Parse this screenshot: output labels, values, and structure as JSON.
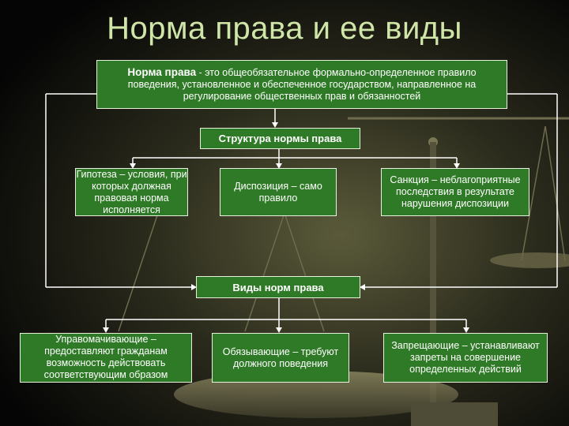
{
  "title": "Норма права и ее виды",
  "definition": {
    "term": "Норма права",
    "text": " - это общеобязательное формально-определенное правило поведения, установленное и обеспеченное государством, направленное на регулирование общественных прав и обязанностей"
  },
  "structure": {
    "header": "Структура нормы права",
    "elements": [
      "Гипотеза – условия, при которых должная правовая норма исполняется",
      "Диспозиция – само правило",
      "Санкция – неблагоприятные последствия в результате нарушения диспозиции"
    ]
  },
  "types": {
    "header": "Виды норм права",
    "elements": [
      "Управомачивающие – предоставляют гражданам возможность действовать соответствующим образом",
      "Обязывающие – требуют должного поведения",
      "Запрещающие – устанавливают запреты на совершение определенных действий"
    ]
  },
  "colors": {
    "box_fill": "#2f7a26",
    "box_border": "#e8f0e0",
    "title_text": "#cfe6a8",
    "background": "#000000"
  }
}
